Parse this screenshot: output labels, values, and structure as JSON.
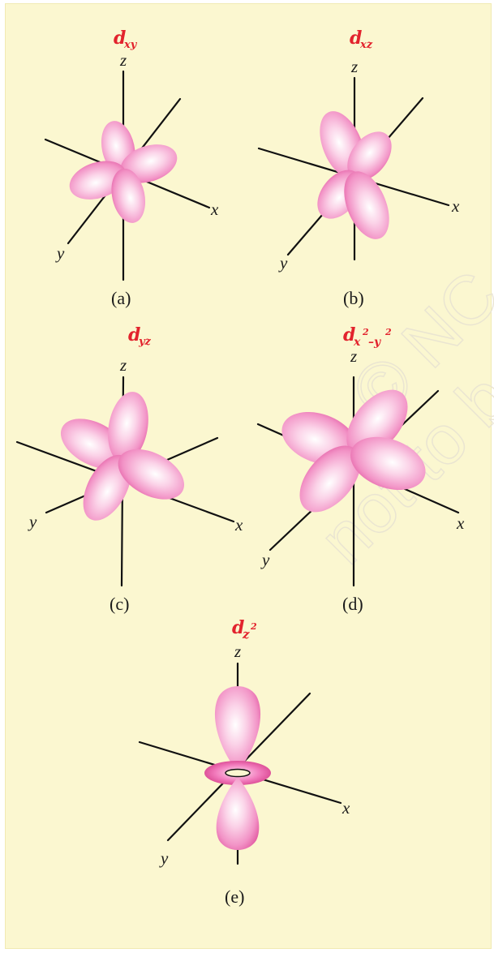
{
  "watermark": {
    "line1": "© NC",
    "line2": "not to be"
  },
  "orbitals": [
    {
      "id": "a",
      "title_main": "d",
      "title_sub": "xy",
      "caption": "(a)",
      "axes": {
        "x": "x",
        "y": "y",
        "z": "z"
      }
    },
    {
      "id": "b",
      "title_main": "d",
      "title_sub": "xz",
      "caption": "(b)",
      "axes": {
        "x": "x",
        "y": "y",
        "z": "z"
      }
    },
    {
      "id": "c",
      "title_main": "d",
      "title_sub": "yz",
      "caption": "(c)",
      "axes": {
        "x": "x",
        "y": "y",
        "z": "z"
      }
    },
    {
      "id": "d",
      "title_main": "d",
      "title_sub": "x",
      "title_sup1": "2",
      "title_sub2": "–y",
      "title_sup2": "2",
      "caption": "(d)",
      "axes": {
        "x": "x",
        "y": "y",
        "z": "z"
      }
    },
    {
      "id": "e",
      "title_main": "d",
      "title_sub": "z",
      "title_sup1": "2",
      "caption": "(e)",
      "axes": {
        "x": "x",
        "y": "y",
        "z": "z"
      }
    }
  ],
  "colors": {
    "lobe_highlight": "#ffffff",
    "lobe_mid": "#f7b2d6",
    "lobe_edge": "#e25aa2",
    "title": "#e2232d",
    "background": "#fbf7d0"
  }
}
